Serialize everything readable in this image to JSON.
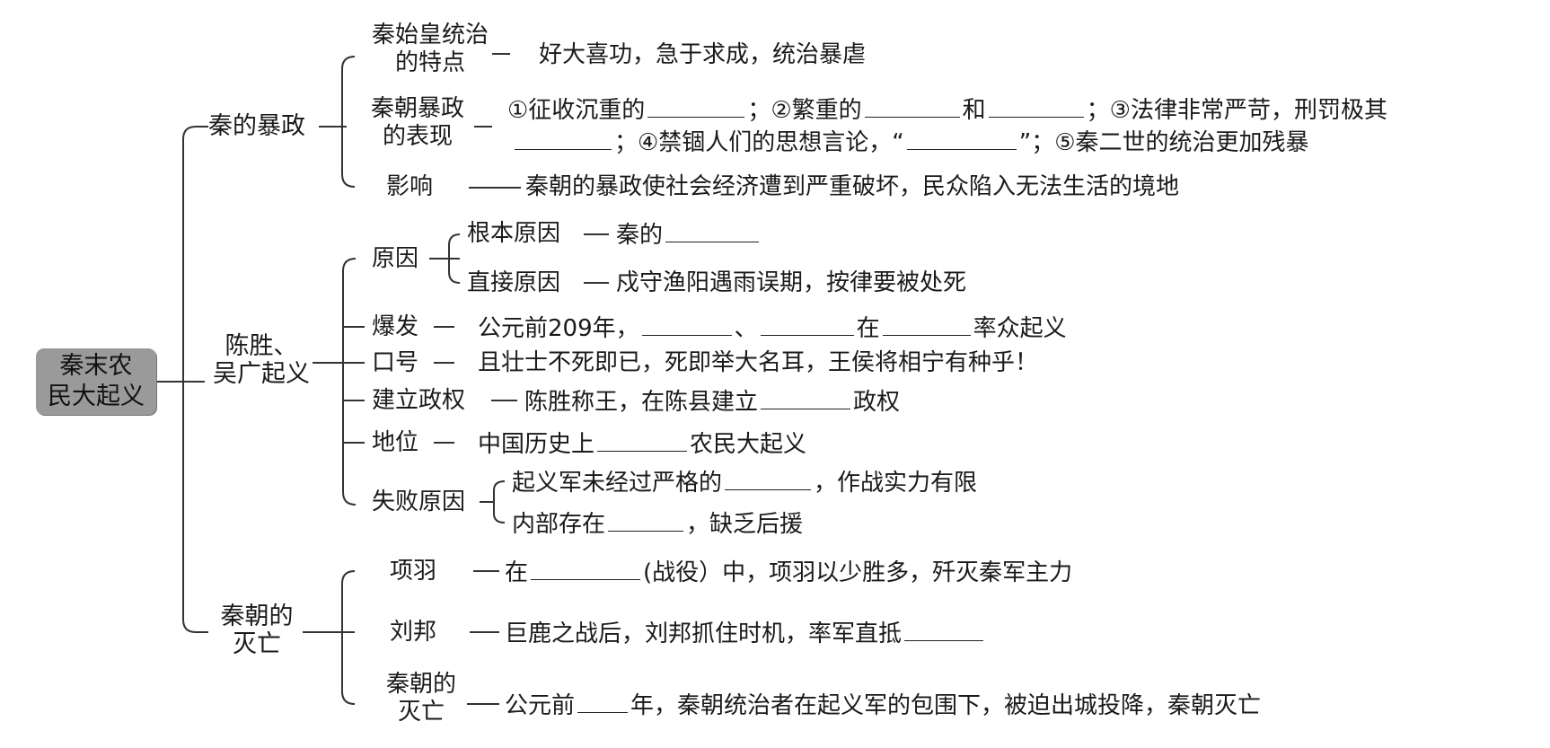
{
  "root": {
    "line1": "秦末农",
    "line2": "民大起义"
  },
  "sections": {
    "tyranny": {
      "label": "秦的暴政",
      "ruler_char": {
        "label1": "秦始皇统治",
        "label2": "的特点",
        "content": "好大喜功，急于求成，统治暴虐"
      },
      "manifest": {
        "label1": "秦朝暴政",
        "label2": "的表现",
        "p1": "①征收沉重的",
        "p2": "；②繁重的",
        "p3": "和",
        "p4": "；③法律非常严苛，刑罚极其",
        "p5": "；④禁锢人们的思想言论，“",
        "p6": "”；⑤秦二世的统治更加残暴"
      },
      "impact": {
        "label": "影响",
        "content": "秦朝的暴政使社会经济遭到严重破坏，民众陷入无法生活的境地"
      }
    },
    "uprising": {
      "label1": "陈胜、",
      "label2": "吴广起义",
      "cause": {
        "label": "原因",
        "root_cause": {
          "label": "根本原因",
          "content": "秦的"
        },
        "direct_cause": {
          "label": "直接原因",
          "content": "戍守渔阳遇雨误期，按律要被处死"
        }
      },
      "outbreak": {
        "label": "爆发",
        "p1": "公元前209年，",
        "p2": "、",
        "p3": "在",
        "p4": "率众起义"
      },
      "slogan": {
        "label": "口号",
        "content": "且壮士不死即已，死即举大名耳，王侯将相宁有种乎！"
      },
      "regime": {
        "label": "建立政权",
        "p1": "陈胜称王，在陈县建立",
        "p2": "政权"
      },
      "status": {
        "label": "地位",
        "p1": "中国历史上",
        "p2": "农民大起义"
      },
      "failure": {
        "label": "失败原因",
        "r1": {
          "p1": "起义军未经过严格的",
          "p2": "，作战实力有限"
        },
        "r2": {
          "p1": "内部存在",
          "p2": "，缺乏后援"
        }
      }
    },
    "fall": {
      "label1": "秦朝的",
      "label2": "灭亡",
      "xiangyu": {
        "label": "项羽",
        "p1": "在",
        "p2": "(战役）中，项羽以少胜多，歼灭秦军主力"
      },
      "liubang": {
        "label": "刘邦",
        "content": "巨鹿之战后，刘邦抓住时机，率军直抵"
      },
      "end": {
        "label1": "秦朝的",
        "label2": "灭亡",
        "p1": "公元前",
        "p2": "年，秦朝统治者在起义军的包围下，被迫出城投降，秦朝灭亡"
      }
    }
  }
}
